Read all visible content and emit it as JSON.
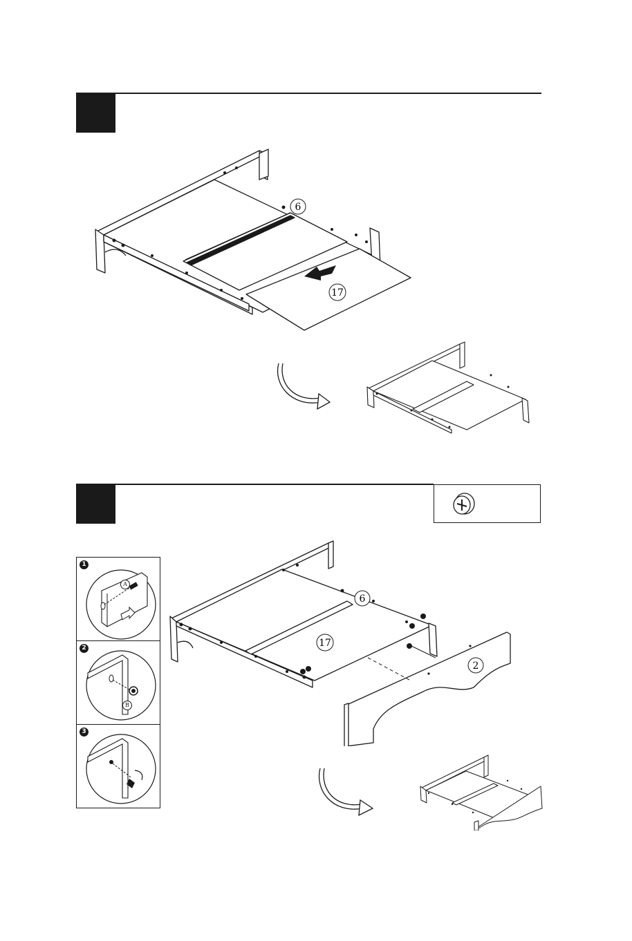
{
  "steps": [
    {
      "parts": {
        "panel_top": "6",
        "panel_bottom": "17"
      }
    },
    {
      "parts": {
        "panel_top": "6",
        "panel_bottom": "17",
        "side_panel": "2"
      },
      "hardware_icon": "cam-lock-screw-icon",
      "insets": [
        {
          "number": "1",
          "label": "A"
        },
        {
          "number": "2",
          "label": "B"
        },
        {
          "number": "3",
          "label": ""
        }
      ]
    }
  ],
  "colors": {
    "ink": "#1a1a1a",
    "panel_fill": "#ffffff"
  }
}
